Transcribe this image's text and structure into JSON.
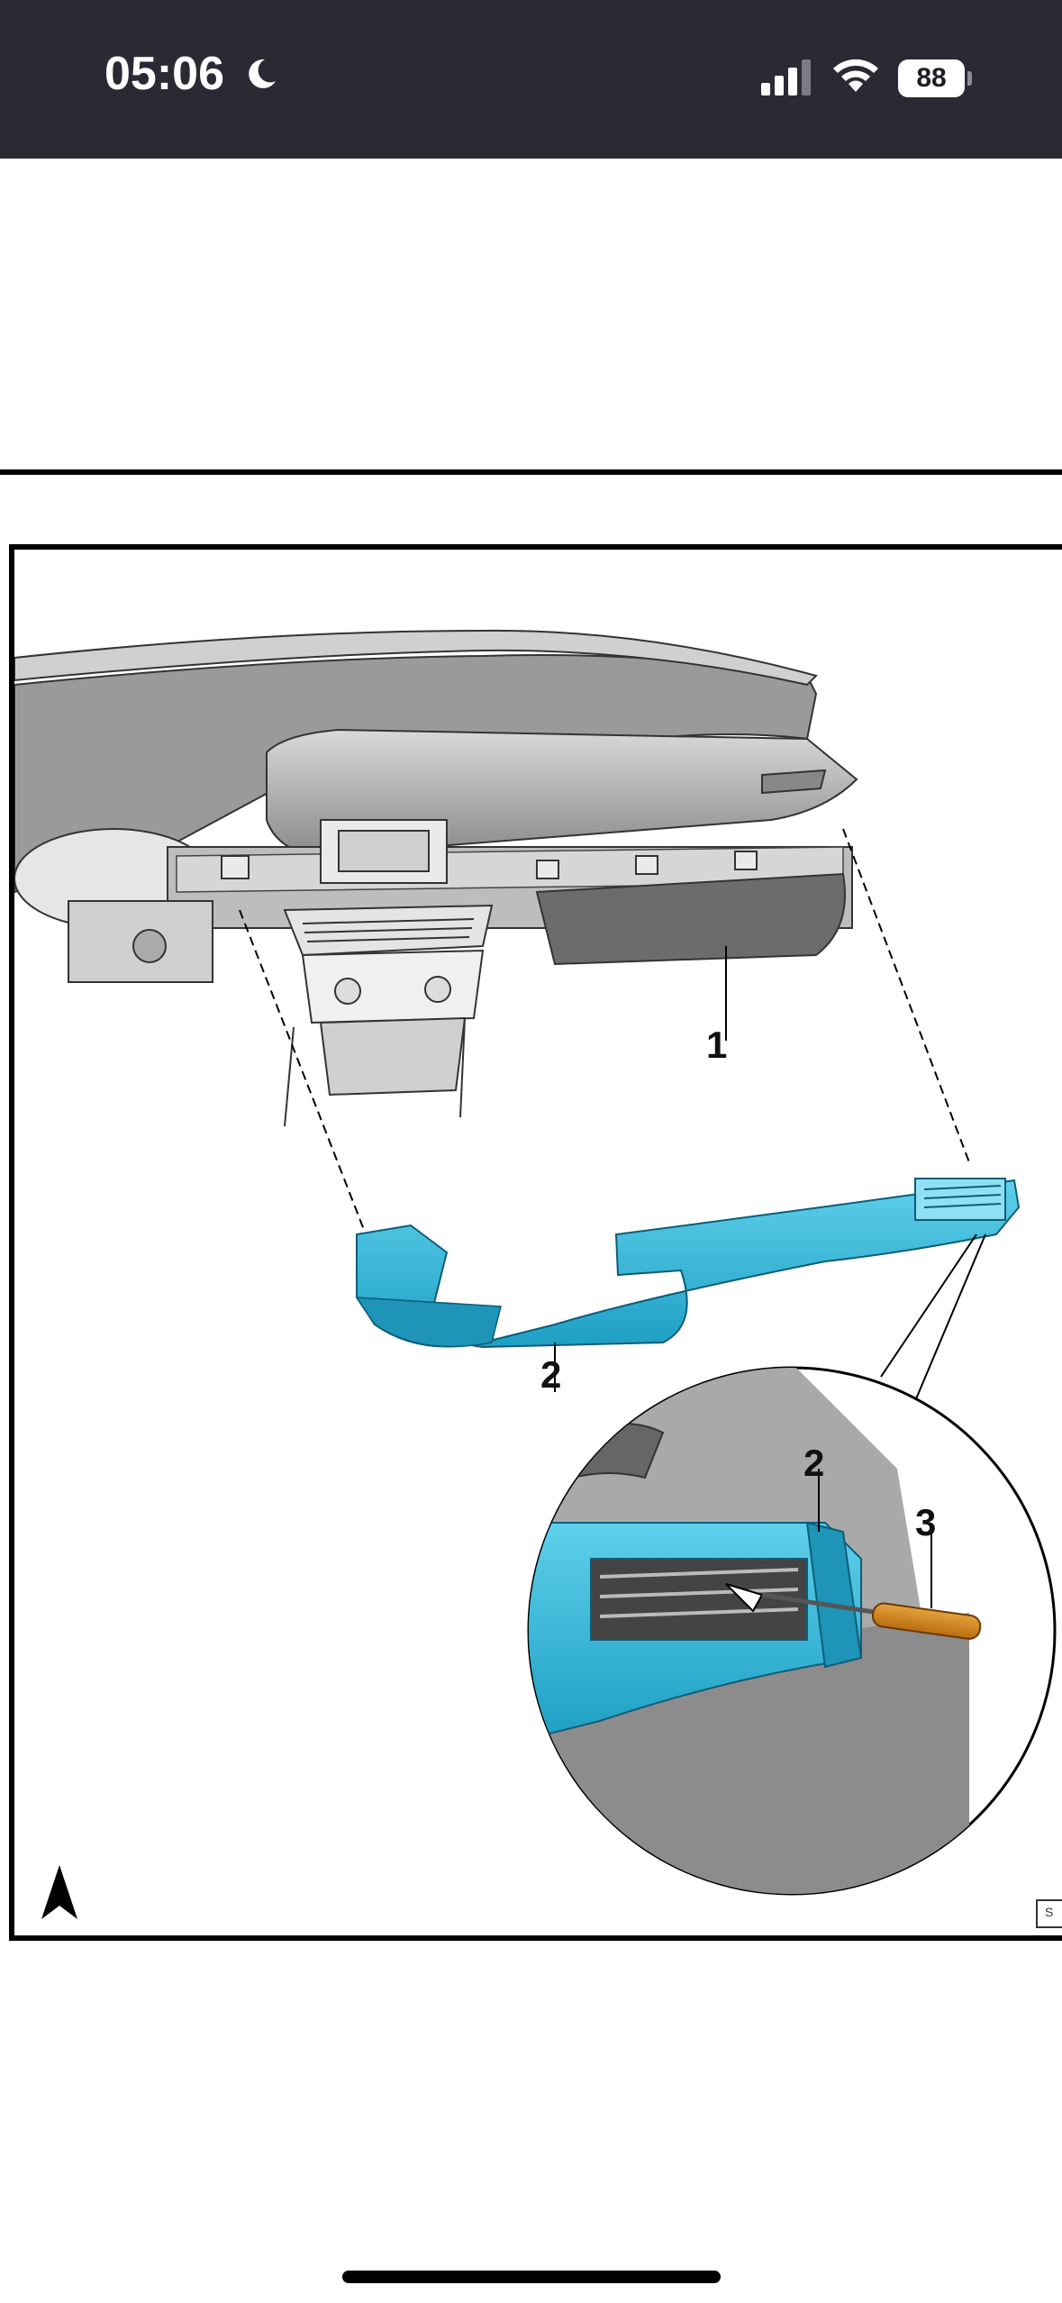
{
  "status_bar": {
    "time": "05:06",
    "battery": "88",
    "icons": [
      "moon-icon",
      "cellular-signal-icon",
      "wifi-icon",
      "battery-icon"
    ]
  },
  "figure": {
    "callouts": {
      "item_1": "1",
      "item_2": "2",
      "item_2_detail": "2",
      "item_3": "3"
    },
    "code_label": "S",
    "highlight_color": "#2bb8d8",
    "orientation_icon": "arrow-up-icon"
  }
}
